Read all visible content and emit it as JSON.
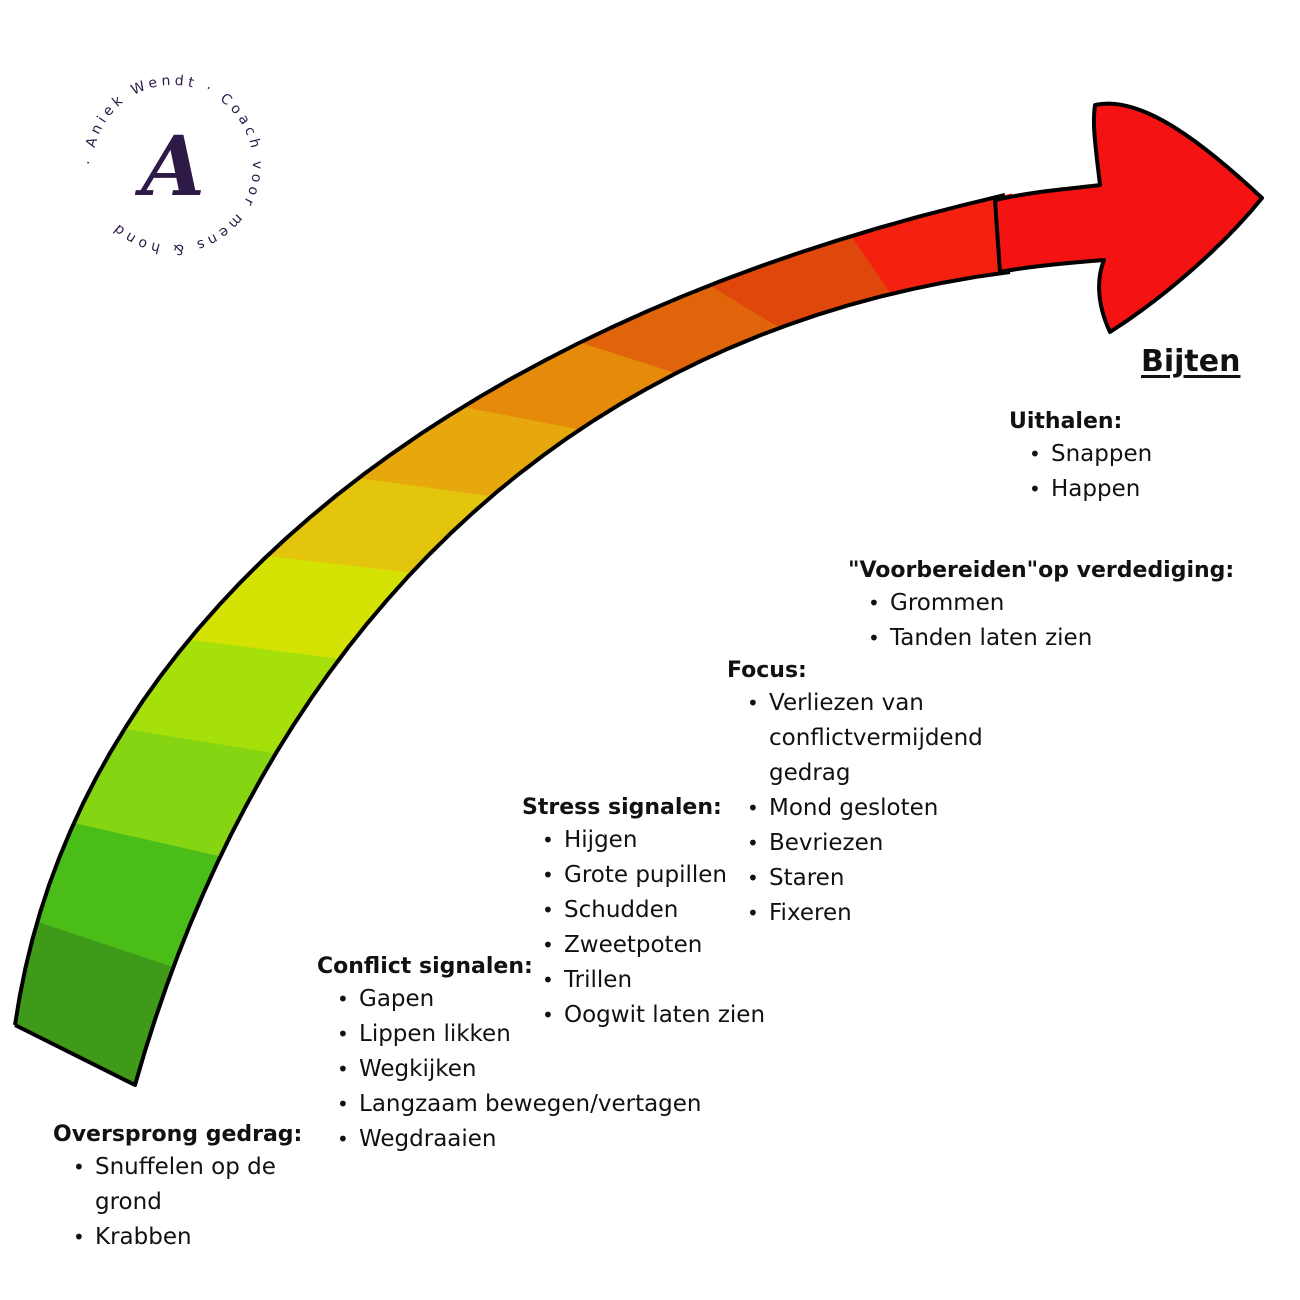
{
  "logo": {
    "ring_text": "· Aniek Wendt · Coach voor mens & hond",
    "monogram": "A",
    "color": "#2e1a47"
  },
  "arrow": {
    "gradient_colors": [
      "#3f9a1a",
      "#4bbd18",
      "#86d512",
      "#a6e00a",
      "#d4e204",
      "#e3c50e",
      "#e6a80c",
      "#e58a0a",
      "#e0650a",
      "#e0470a",
      "#f42010",
      "#f51212"
    ],
    "outline_color": "#000000"
  },
  "end_label": "Bijten",
  "groups": [
    {
      "title": "Oversprong gedrag:",
      "items": [
        "Snuffelen op de",
        "grond",
        "Krabben"
      ],
      "bullets": [
        true,
        false,
        true
      ]
    },
    {
      "title": "Conflict signalen:",
      "items": [
        "Gapen",
        "Lippen likken",
        "Wegkijken",
        "Langzaam bewegen/vertagen",
        "Wegdraaien"
      ],
      "bullets": [
        true,
        true,
        true,
        true,
        true
      ]
    },
    {
      "title": "Stress signalen:",
      "items": [
        "Hijgen",
        "Grote pupillen",
        "Schudden",
        "Zweetpoten",
        "Trillen",
        "Oogwit laten zien"
      ],
      "bullets": [
        true,
        true,
        true,
        true,
        true,
        true
      ]
    },
    {
      "title": "Focus:",
      "items": [
        "Verliezen van",
        "conflictvermijdend",
        "gedrag",
        "Mond gesloten",
        "Bevriezen",
        "Staren",
        "Fixeren"
      ],
      "bullets": [
        true,
        false,
        false,
        true,
        true,
        true,
        true
      ]
    },
    {
      "title": "\"Voorbereiden\"op verdediging:",
      "items": [
        "Grommen",
        "Tanden laten zien"
      ],
      "bullets": [
        true,
        true
      ]
    },
    {
      "title": "Uithalen:",
      "items": [
        "Snappen",
        "Happen"
      ],
      "bullets": [
        true,
        true
      ]
    }
  ]
}
